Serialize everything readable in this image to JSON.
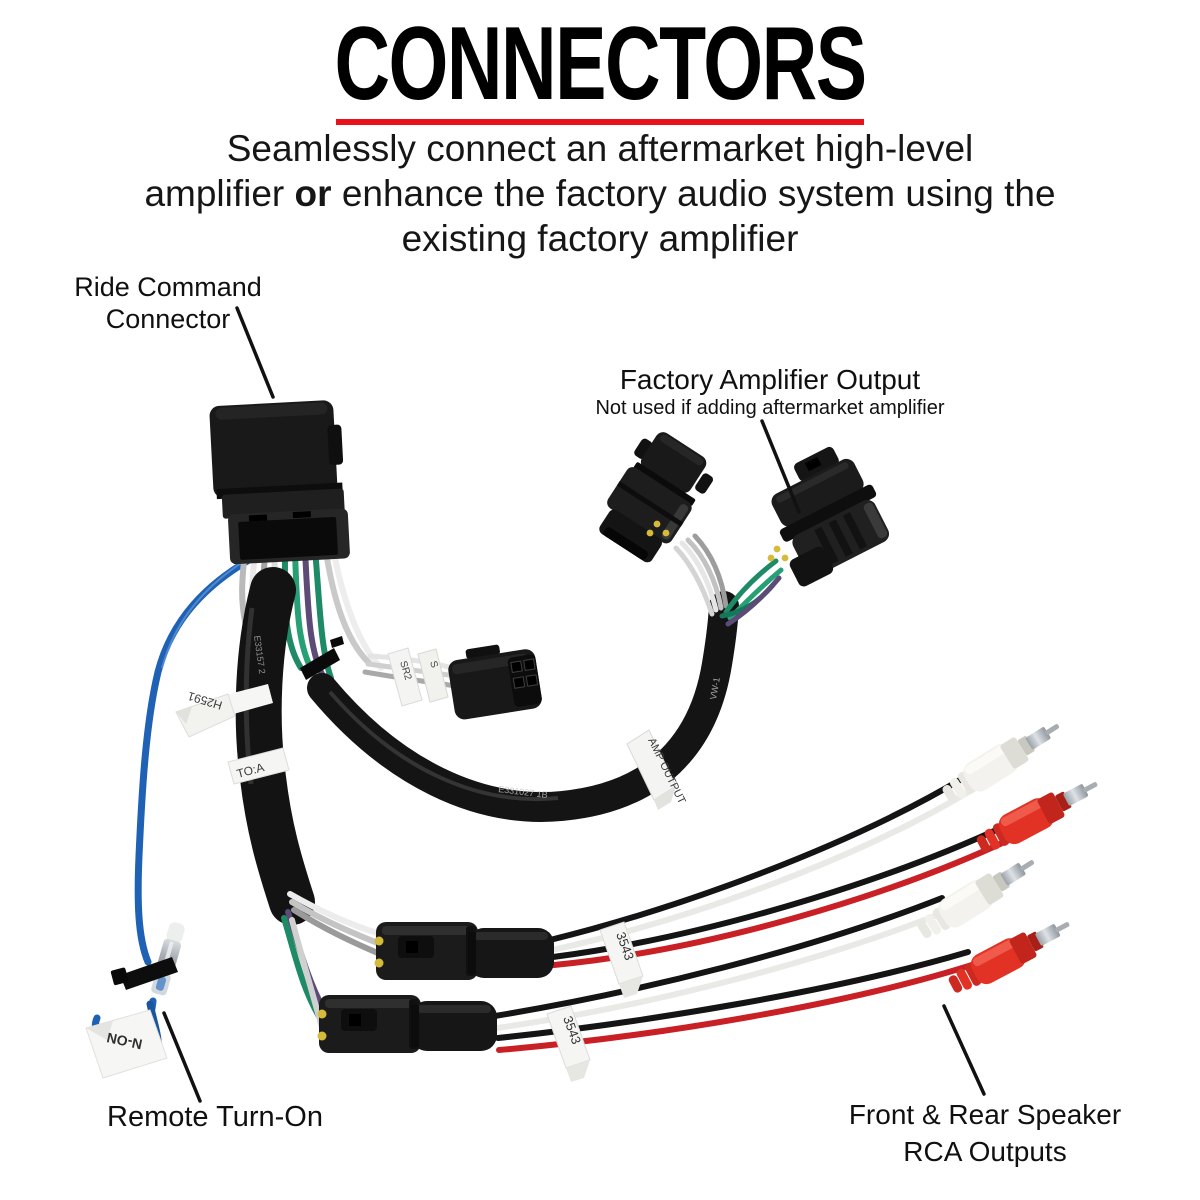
{
  "header": {
    "title": "CONNECTORS",
    "subtitle_line1": "Seamlessly connect an aftermarket high-level",
    "subtitle_line2_pre": "amplifier ",
    "subtitle_line2_bold": "or",
    "subtitle_line2_post": " enhance the factory audio system using the",
    "subtitle_line3": "existing factory amplifier"
  },
  "callouts": {
    "ride_command_line1": "Ride Command",
    "ride_command_line2": "Connector",
    "factory_amp_title": "Factory Amplifier Output",
    "factory_amp_note": "Not used if adding aftermarket amplifier",
    "remote_turn_on": "Remote Turn-On",
    "rca_line1": "Front & Rear Speaker",
    "rca_line2": "RCA Outputs"
  },
  "harness_tags": {
    "trunk_flag": "H2591",
    "trunk_band": "TO:A",
    "branch_tag_left": "SR2",
    "branch_tag_right": "S",
    "amp_output_band": "AMP OUTPUT",
    "rca_tag_top": "3543",
    "rca_tag_bottom": "3543",
    "turn_on_flag": "N-ON",
    "trunk_print": "E33157 2",
    "sleeve_print": "E331027 1B",
    "sleeve_print2": "VW-1"
  },
  "colors": {
    "underline_red": "#e8111c",
    "wire_blue": "#1f61b4",
    "wire_green": "#1e8a66",
    "wire_purple": "#5c4a77",
    "wire_red": "#c92026",
    "rca_red": "#e23125",
    "rca_white": "#f3f2ee",
    "connector_black": "#1a1a1a"
  }
}
